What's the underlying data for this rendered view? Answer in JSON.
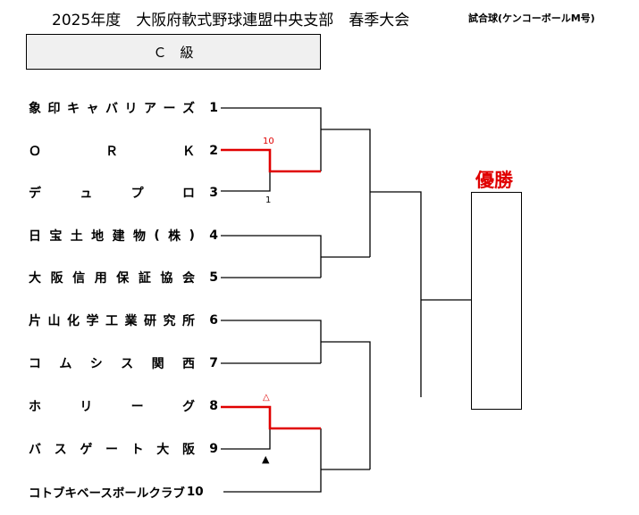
{
  "title": "2025年度　大阪府軟式野球連盟中央支部　春季大会",
  "ball_note": "試合球(ケンコーボールM号)",
  "class_label": "Ｃ　級",
  "teams": [
    {
      "name": "象印キャバリアーズ",
      "seed": "1"
    },
    {
      "name": "ＯＲＫ",
      "seed": "2"
    },
    {
      "name": "デュプロ",
      "seed": "3"
    },
    {
      "name": "日宝土地建物(株)",
      "seed": "4"
    },
    {
      "name": "大阪信用保証協会",
      "seed": "5"
    },
    {
      "name": "片山化学工業研究所",
      "seed": "6"
    },
    {
      "name": "コムシス関西",
      "seed": "7"
    },
    {
      "name": "ホリーグ",
      "seed": "8"
    },
    {
      "name": "バスゲート大阪",
      "seed": "9"
    },
    {
      "name": "コトブキベースボールクラブ",
      "seed": "10"
    }
  ],
  "results": {
    "match_2_3": {
      "score_top": "10",
      "score_bottom": "1"
    },
    "match_8_9": {
      "mark_top": "△",
      "mark_bottom": "▲"
    }
  },
  "champion_label": "優勝",
  "colors": {
    "winner_line": "#e00000",
    "line": "#000000",
    "class_box_bg": "#f0f0f0"
  }
}
